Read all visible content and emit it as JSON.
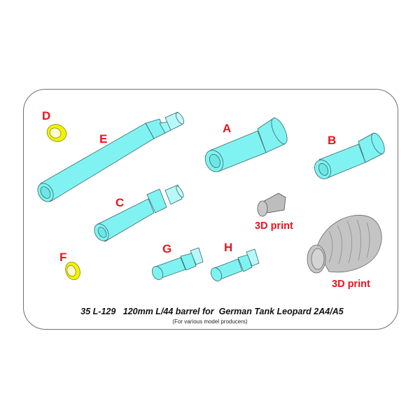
{
  "caption": {
    "title": "35 L-129   120mm L/44 barrel for  German Tank Leopard 2A4/A5",
    "subtitle": "(For various model producers)"
  },
  "parts": [
    {
      "label": "D",
      "type": "ring",
      "color": "#f3f200"
    },
    {
      "label": "E",
      "type": "barrel",
      "color": "#7ff3f3"
    },
    {
      "label": "A",
      "type": "sleeve",
      "color": "#7ff3f3"
    },
    {
      "label": "B",
      "type": "sleeve",
      "color": "#7ff3f3"
    },
    {
      "label": "C",
      "type": "barrel-section",
      "color": "#7ff3f3"
    },
    {
      "label": "F",
      "type": "ring",
      "color": "#f3f200"
    },
    {
      "label": "G",
      "type": "adapter",
      "color": "#7ff3f3"
    },
    {
      "label": "H",
      "type": "adapter",
      "color": "#7ff3f3"
    }
  ],
  "notes": {
    "print1": "3D print",
    "print2": "3D print"
  },
  "colors": {
    "cyan": "#7ff3f3",
    "yellow": "#f3f200",
    "gray": "#c8c8c8",
    "label_red": "#e8141c"
  }
}
